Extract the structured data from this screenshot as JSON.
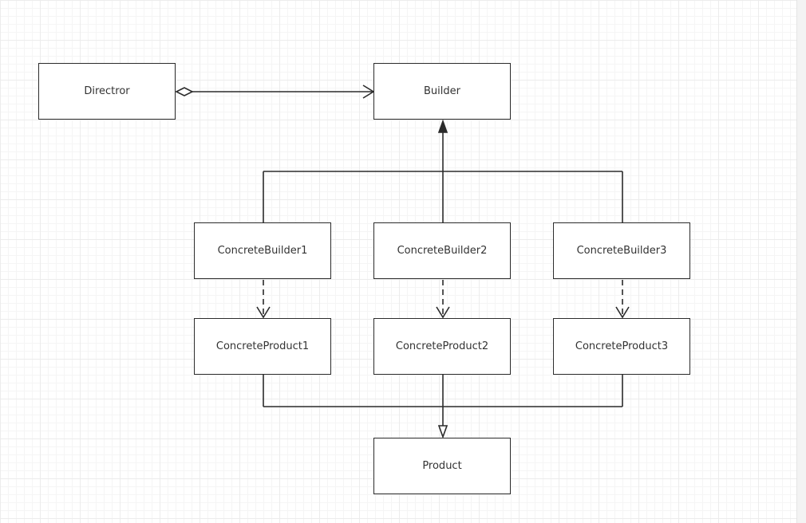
{
  "diagram": {
    "nodes": {
      "director": "Directror",
      "builder": "Builder",
      "concrete_builder_1": "ConcreteBuilder1",
      "concrete_builder_2": "ConcreteBuilder2",
      "concrete_builder_3": "ConcreteBuilder3",
      "concrete_product_1": "ConcreteProduct1",
      "concrete_product_2": "ConcreteProduct2",
      "concrete_product_3": "ConcreteProduct3",
      "product": "Product"
    },
    "relations": [
      {
        "from": "director",
        "to": "builder",
        "type": "aggregation"
      },
      {
        "from": "concrete_builder_1",
        "to": "builder",
        "type": "inheritance"
      },
      {
        "from": "concrete_builder_2",
        "to": "builder",
        "type": "inheritance"
      },
      {
        "from": "concrete_builder_3",
        "to": "builder",
        "type": "inheritance"
      },
      {
        "from": "concrete_builder_1",
        "to": "concrete_product_1",
        "type": "dependency"
      },
      {
        "from": "concrete_builder_2",
        "to": "concrete_product_2",
        "type": "dependency"
      },
      {
        "from": "concrete_builder_3",
        "to": "concrete_product_3",
        "type": "dependency"
      },
      {
        "from": "concrete_product_1",
        "to": "product",
        "type": "realization"
      },
      {
        "from": "concrete_product_2",
        "to": "product",
        "type": "realization"
      },
      {
        "from": "concrete_product_3",
        "to": "product",
        "type": "realization"
      }
    ],
    "colors": {
      "stroke": "#2b2b2b",
      "grid": "#ececec",
      "text": "#333333",
      "background": "#ffffff"
    }
  }
}
